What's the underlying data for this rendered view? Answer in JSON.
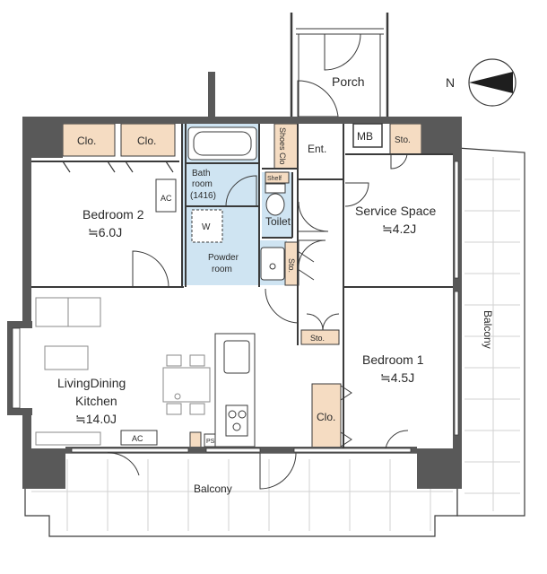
{
  "rooms": {
    "bedroom2": {
      "name": "Bedroom 2",
      "size": "≒6.0J"
    },
    "service_space": {
      "name": "Service Space",
      "size": "≒4.2J"
    },
    "bedroom1": {
      "name": "Bedroom 1",
      "size": "≒4.5J"
    },
    "ldk": {
      "name_line1": "LivingDining",
      "name_line2": "Kitchen",
      "size": "≒14.0J"
    },
    "bath": {
      "line1": "Bath",
      "line2": "room",
      "line3": "(1416)"
    },
    "powder": {
      "line1": "Powder",
      "line2": "room"
    },
    "toilet": "Toilet",
    "porch": "Porch",
    "entrance": "Ent.",
    "balcony_south": "Balcony",
    "balcony_east": "Balcony"
  },
  "labels": {
    "closet": "Clo.",
    "storage": "Sto.",
    "meter_box": "MB",
    "aircon": "AC",
    "shoes_closet": "Shoes Clo",
    "shelf": "Shelf",
    "washer": "W",
    "ps": "PS"
  },
  "compass": {
    "letter": "N"
  },
  "colors": {
    "wall": "#595959",
    "closet_fill": "#f5dcc2",
    "wet_fill": "#cfe4f2",
    "grid": "#d2d2d2",
    "line": "#3a3a3a"
  }
}
